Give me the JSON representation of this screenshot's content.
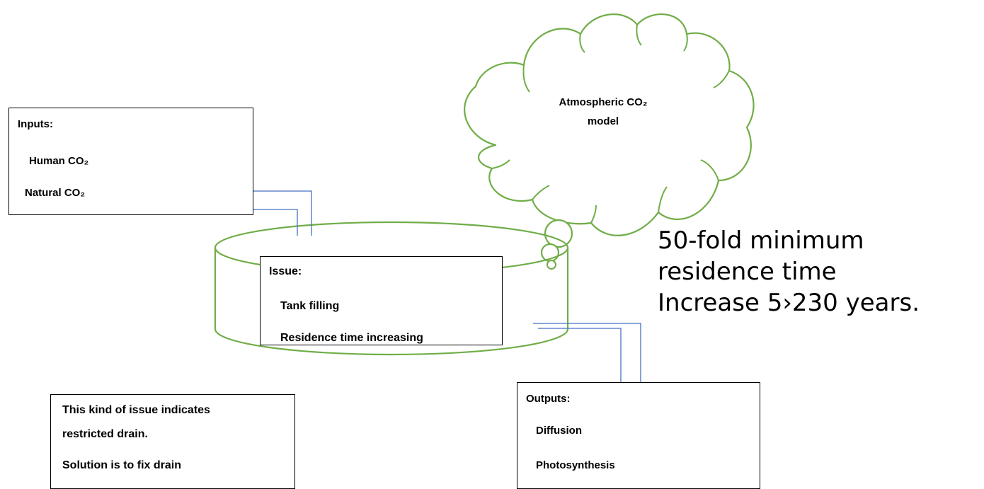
{
  "colors": {
    "tank_stroke": "#70ad47",
    "cloud_stroke": "#70ad47",
    "pipe_stroke": "#4472c4",
    "box_border": "#000000"
  },
  "cloud": {
    "line1": "Atmospheric CO₂",
    "line2": "model"
  },
  "inputs": {
    "heading": "Inputs:",
    "items": [
      "Human CO₂",
      "Natural CO₂"
    ]
  },
  "issue": {
    "heading": "Issue:",
    "items": [
      "Tank filling",
      "Residence time increasing"
    ]
  },
  "outputs": {
    "heading": "Outputs:",
    "items": [
      "Diffusion",
      "Photosynthesis"
    ]
  },
  "note": {
    "lines": [
      "This kind of issue indicates",
      "restricted drain.",
      "Solution is to fix drain"
    ]
  },
  "callout": {
    "lines": [
      "50-fold minimum",
      "residence time",
      "Increase 5›230 years."
    ]
  }
}
